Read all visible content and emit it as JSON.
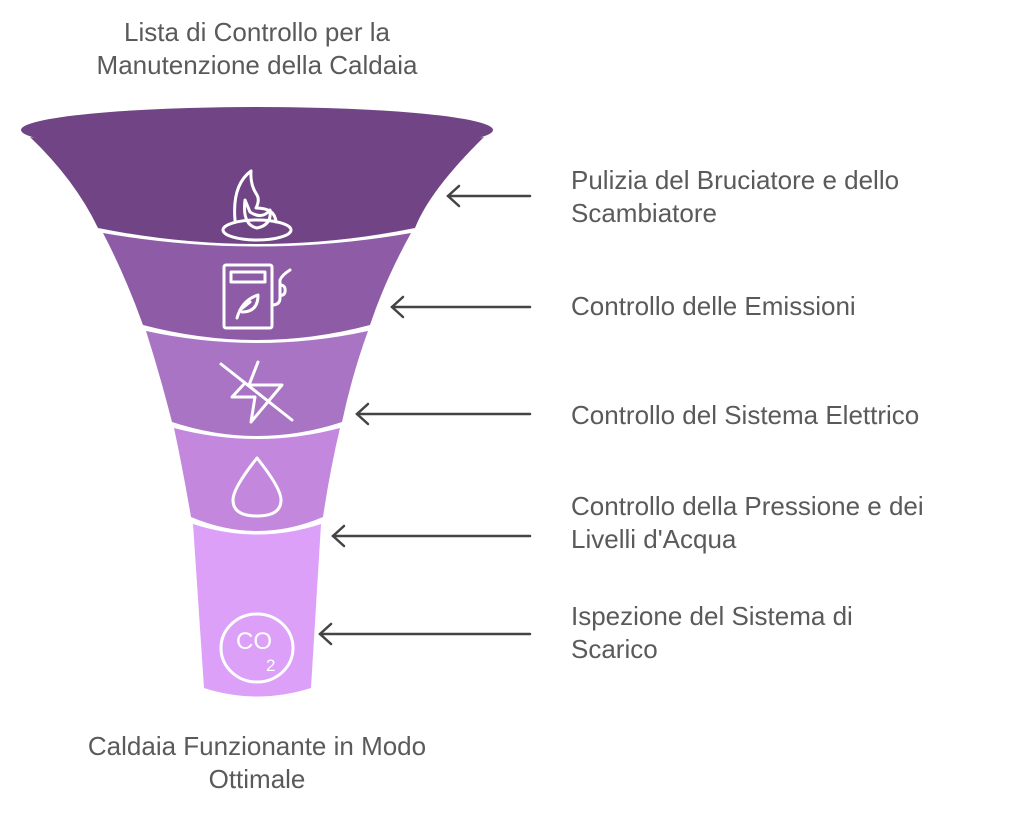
{
  "title": {
    "line1": "Lista di Controllo per la",
    "line2": "Manutenzione della Caldaia"
  },
  "footer": {
    "line1": "Caldaia Funzionante in Modo",
    "line2": "Ottimale"
  },
  "stages": [
    {
      "line1": "Pulizia del Bruciatore e dello",
      "line2": "Scambiatore",
      "icon": "flame-icon",
      "color": "#714585"
    },
    {
      "line1": "Controllo delle Emissioni",
      "line2": "",
      "icon": "eco-fuel-pump-icon",
      "color": "#8e5ca6"
    },
    {
      "line1": "Controllo del Sistema Elettrico",
      "line2": "",
      "icon": "no-electricity-icon",
      "color": "#a874c3"
    },
    {
      "line1": "Controllo della Pressione e dei",
      "line2": "Livelli d'Acqua",
      "icon": "water-drop-icon",
      "color": "#c388dd"
    },
    {
      "line1": "Ispezione del Sistema di",
      "line2": "Scarico",
      "icon": "co2-icon",
      "color": "#dca0f8"
    }
  ],
  "co2_label": {
    "c": "CO",
    "sub": "2"
  }
}
